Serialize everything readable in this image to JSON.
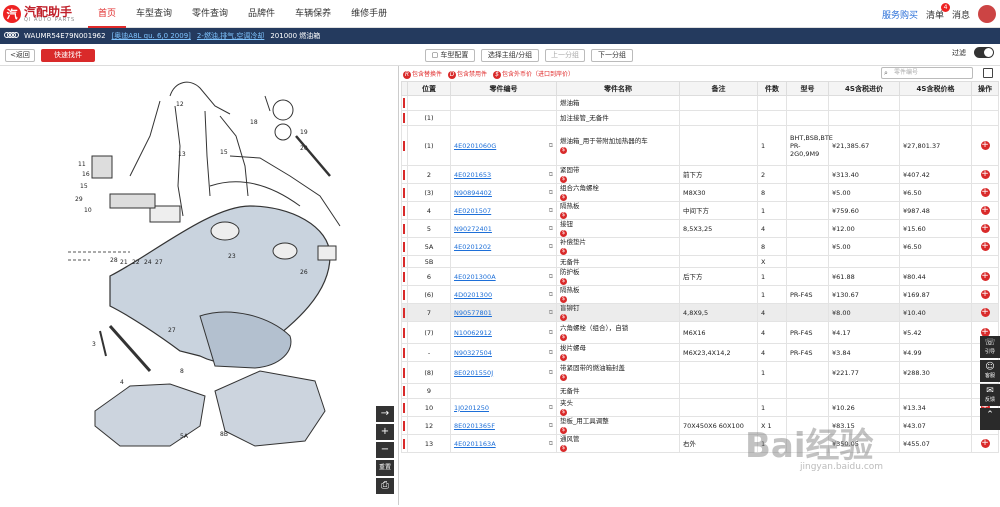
{
  "brand": {
    "name": "汽配助手",
    "sub": "QI AUTO PARTS"
  },
  "nav": [
    "首页",
    "车型查询",
    "零件查询",
    "品牌件",
    "车辆保养",
    "维修手册"
  ],
  "right_nav": {
    "buy": "服务购买",
    "list": "清单",
    "list_badge": "4",
    "msg": "消息"
  },
  "path": {
    "vin": "WAUMR54E79N001962",
    "model": "[奥迪A8L qu. 6,0 2009]",
    "group": "2-燃油,排气,空调冷却",
    "sub": "201000 燃油箱"
  },
  "toolbar": {
    "back": "<返回",
    "quick": "快速找件",
    "vehicle": "车型配置",
    "select": "选择主组/分组",
    "prev": "上一分组",
    "next": "下一分组",
    "filter": "过滤"
  },
  "legend": [
    "包含替换件",
    "包含禁用件",
    "包含外币价（进口到岸价）"
  ],
  "search_placeholder": "零件编号",
  "columns": [
    "位置",
    "零件编号",
    "零件名称",
    "备注",
    "件数",
    "型号",
    "4S含税进价",
    "4S含税价格",
    "操作"
  ],
  "rows": [
    {
      "pos": "",
      "pn": "",
      "name": "燃油箱",
      "note": "",
      "qty": "",
      "model": "",
      "cost": "",
      "price": "",
      "sel": false
    },
    {
      "pos": "(1)",
      "pn": "",
      "name": "加注接管_无备件",
      "note": "",
      "qty": "",
      "model": "",
      "cost": "",
      "price": "",
      "sel": false
    },
    {
      "pos": "(1)",
      "pn": "4E0201060G",
      "name": "燃油箱_用于带附加加热器的车",
      "note": "",
      "qty": "1",
      "model": "BHT,BSB,BTE PR-2G0,9M9",
      "cost": "¥21,385.67",
      "price": "¥27,801.37",
      "sel": false
    },
    {
      "pos": "2",
      "pn": "4E0201653",
      "name": "紧固带",
      "note": "前下方",
      "qty": "2",
      "model": "",
      "cost": "¥313.40",
      "price": "¥407.42",
      "sel": false
    },
    {
      "pos": "(3)",
      "pn": "N90894402",
      "name": "组合六角螺栓",
      "note": "M8X30",
      "qty": "8",
      "model": "",
      "cost": "¥5.00",
      "price": "¥6.50",
      "sel": false
    },
    {
      "pos": "4",
      "pn": "4E0201507",
      "name": "隔热板",
      "note": "中间下方",
      "qty": "1",
      "model": "",
      "cost": "¥759.60",
      "price": "¥987.48",
      "sel": false
    },
    {
      "pos": "5",
      "pn": "N90272401",
      "name": "接钮",
      "note": "8,5X3,25",
      "qty": "4",
      "model": "",
      "cost": "¥12.00",
      "price": "¥15.60",
      "sel": false
    },
    {
      "pos": "5A",
      "pn": "4E0201202",
      "name": "补偿垫片",
      "note": "",
      "qty": "8",
      "model": "",
      "cost": "¥5.00",
      "price": "¥6.50",
      "sel": false
    },
    {
      "pos": "5B",
      "pn": "",
      "name": "无备件",
      "note": "",
      "qty": "X",
      "model": "",
      "cost": "",
      "price": "",
      "sel": false
    },
    {
      "pos": "6",
      "pn": "4E0201300A",
      "name": "防护板",
      "note": "后下方",
      "qty": "1",
      "model": "",
      "cost": "¥61.88",
      "price": "¥80.44",
      "sel": false
    },
    {
      "pos": "(6)",
      "pn": "4D0201300",
      "name": "隔热板",
      "note": "",
      "qty": "1",
      "model": "PR-F4S",
      "cost": "¥130.67",
      "price": "¥169.87",
      "sel": false
    },
    {
      "pos": "7",
      "pn": "N90577801",
      "name": "盲铆钉",
      "note": "4,8X9,5",
      "qty": "4",
      "model": "",
      "cost": "¥8.00",
      "price": "¥10.40",
      "sel": true
    },
    {
      "pos": "(7)",
      "pn": "N10062912",
      "name": "六角螺栓（组合），自锁",
      "note": "M6X16",
      "qty": "4",
      "model": "PR-F4S",
      "cost": "¥4.17",
      "price": "¥5.42",
      "sel": false
    },
    {
      "pos": "-",
      "pn": "N90327504",
      "name": "拔片螺母",
      "note": "M6X23,4X14,2",
      "qty": "4",
      "model": "PR-F4S",
      "cost": "¥3.84",
      "price": "¥4.99",
      "sel": false
    },
    {
      "pos": "(8)",
      "pn": "8E0201550J",
      "name": "带紧固带的燃油箱封盖",
      "note": "",
      "qty": "1",
      "model": "",
      "cost": "¥221.77",
      "price": "¥288.30",
      "sel": false
    },
    {
      "pos": "9",
      "pn": "",
      "name": "无备件",
      "note": "",
      "qty": "",
      "model": "",
      "cost": "",
      "price": "",
      "sel": false
    },
    {
      "pos": "10",
      "pn": "1J0201250",
      "name": "夹头",
      "note": "",
      "qty": "1",
      "model": "",
      "cost": "¥10.26",
      "price": "¥13.34",
      "sel": false
    },
    {
      "pos": "12",
      "pn": "8E0201365F",
      "name": "垫板_用工具调整",
      "note": "70X450X6 60X100",
      "qty": "X 1",
      "model": "",
      "cost": "¥83.15",
      "price": "¥43.07",
      "sel": false
    },
    {
      "pos": "13",
      "pn": "4E0201163A",
      "name": "通风管",
      "note": "右外",
      "qty": "1",
      "model": "",
      "cost": "¥350.05",
      "price": "¥455.07",
      "sel": false
    }
  ],
  "zoom_tools": [
    "→",
    "+",
    "−",
    "重置",
    "⎙"
  ],
  "side_tools": [
    {
      "icon": "☏",
      "label": "引导"
    },
    {
      "icon": "☺",
      "label": "客服"
    },
    {
      "icon": "✉",
      "label": "反馈"
    },
    {
      "icon": "⌃",
      "label": ""
    }
  ],
  "watermark": {
    "main": "Bai经验",
    "sub": "jingyan.baidu.com"
  }
}
